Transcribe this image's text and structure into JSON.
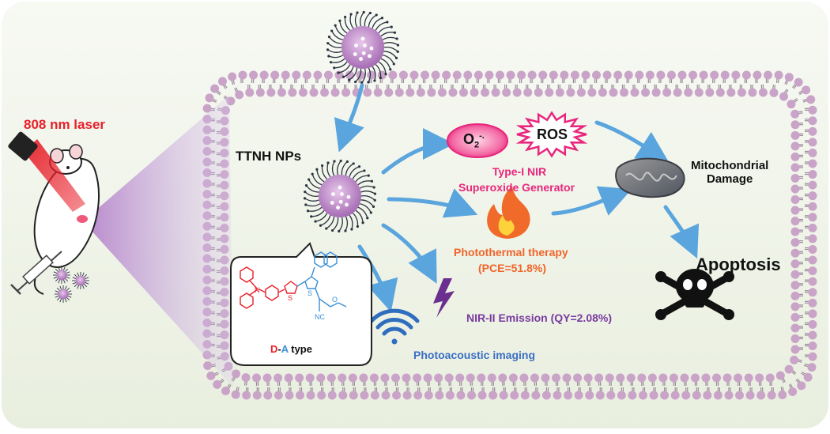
{
  "laser": {
    "label": "808 nm laser"
  },
  "nanoparticle": {
    "label": "TTNH NPs"
  },
  "molecule": {
    "donor": "D",
    "dash": "-",
    "acceptor": "A",
    "suffix": " type"
  },
  "ros": {
    "superoxide_main": "O",
    "superoxide_sub": "2",
    "superoxide_sup": "-.",
    "ros_label": "ROS",
    "generator_line1": "Type-I NIR",
    "generator_line2": "Superoxide Generator"
  },
  "therapy": {
    "line1": "Photothermal therapy",
    "line2": "(PCE=51.8%)"
  },
  "emission": {
    "label": "NIR-II Emission (QY=2.08%)"
  },
  "imaging": {
    "label": "Photoacoustic imaging"
  },
  "mito": {
    "line1": "Mitochondrial",
    "line2": "Damage"
  },
  "apoptosis": {
    "label": "Apoptosis"
  },
  "colors": {
    "membrane": "#c9a4c8",
    "arrow": "#5aa5dd",
    "laser_red": "#e8202a",
    "ros_pink": "#e8267d",
    "ptt_orange": "#f0642a",
    "emission_purple": "#7a3aa0",
    "imaging_blue": "#3a6fc4",
    "donor_red": "#e8202a",
    "acceptor_blue": "#3a8fd6"
  }
}
